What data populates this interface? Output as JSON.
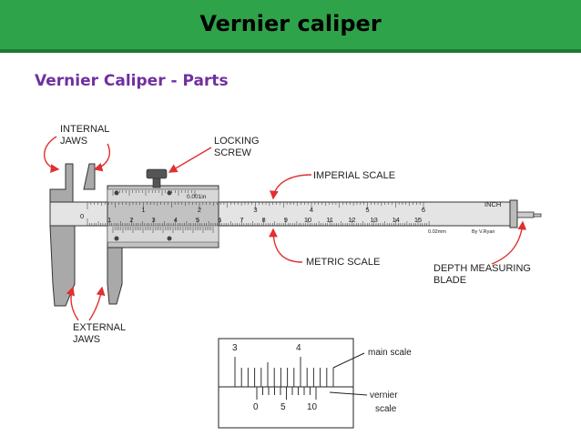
{
  "header": {
    "title": "Vernier caliper"
  },
  "subtitle": "Vernier Caliper - Parts",
  "labels": {
    "internal_jaws_1": "INTERNAL",
    "internal_jaws_2": "JAWS",
    "locking_screw_1": "LOCKING",
    "locking_screw_2": "SCREW",
    "imperial_scale": "IMPERIAL SCALE",
    "metric_scale": "METRIC SCALE",
    "depth_blade_1": "DEPTH MEASURING",
    "depth_blade_2": "BLADE",
    "external_jaws_1": "EXTERNAL",
    "external_jaws_2": "JAWS"
  },
  "caliper_text": {
    "inch": "INCH",
    "vernier_imperial": "0.001in",
    "vernier_metric": "0.02mm",
    "credit": "By V.Ryan",
    "zero": "0"
  },
  "main_cm_numbers": [
    "1",
    "2",
    "3",
    "4",
    "5",
    "6",
    "7",
    "8",
    "9",
    "10",
    "11",
    "12",
    "13",
    "14",
    "15"
  ],
  "main_inch_numbers": [
    "1",
    "2",
    "3",
    "4",
    "5",
    "6"
  ],
  "detail": {
    "main_scale_label": "main scale",
    "vernier_label_1": "vernier",
    "vernier_label_2": "scale",
    "main_numbers": [
      "3",
      "4"
    ],
    "vernier_numbers": [
      "0",
      "5",
      "10"
    ]
  }
}
